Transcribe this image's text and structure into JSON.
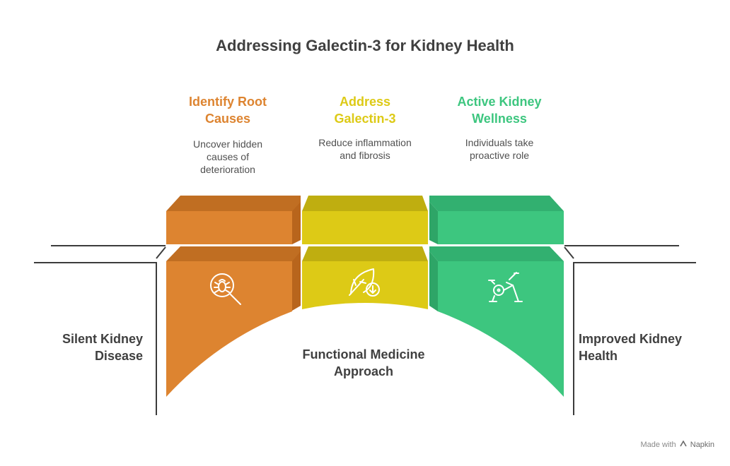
{
  "title": "Addressing Galectin-3 for Kidney Health",
  "stages": [
    {
      "title_line1": "Identify Root",
      "title_line2": "Causes",
      "desc_line1": "Uncover hidden",
      "desc_line2": "causes of",
      "desc_line3": "deterioration",
      "icon": "bug-magnifier-icon",
      "color": "#DD8430"
    },
    {
      "title_line1": "Address",
      "title_line2": "Galectin-3",
      "desc_line1": "Reduce inflammation",
      "desc_line2": "and fibrosis",
      "desc_line3": "",
      "icon": "leaf-down-arrow-icon",
      "color": "#DDCA16"
    },
    {
      "title_line1": "Active Kidney",
      "title_line2": "Wellness",
      "desc_line1": "Individuals take",
      "desc_line2": "proactive role",
      "desc_line3": "",
      "icon": "exercise-bike-icon",
      "color": "#3DC67F"
    }
  ],
  "left_label": {
    "line1": "Silent Kidney",
    "line2": "Disease"
  },
  "right_label": {
    "line1": "Improved Kidney",
    "line2": "Health"
  },
  "center_label": {
    "line1": "Functional Medicine",
    "line2": "Approach"
  },
  "footer": {
    "made_with": "Made with",
    "brand": "Napkin"
  }
}
